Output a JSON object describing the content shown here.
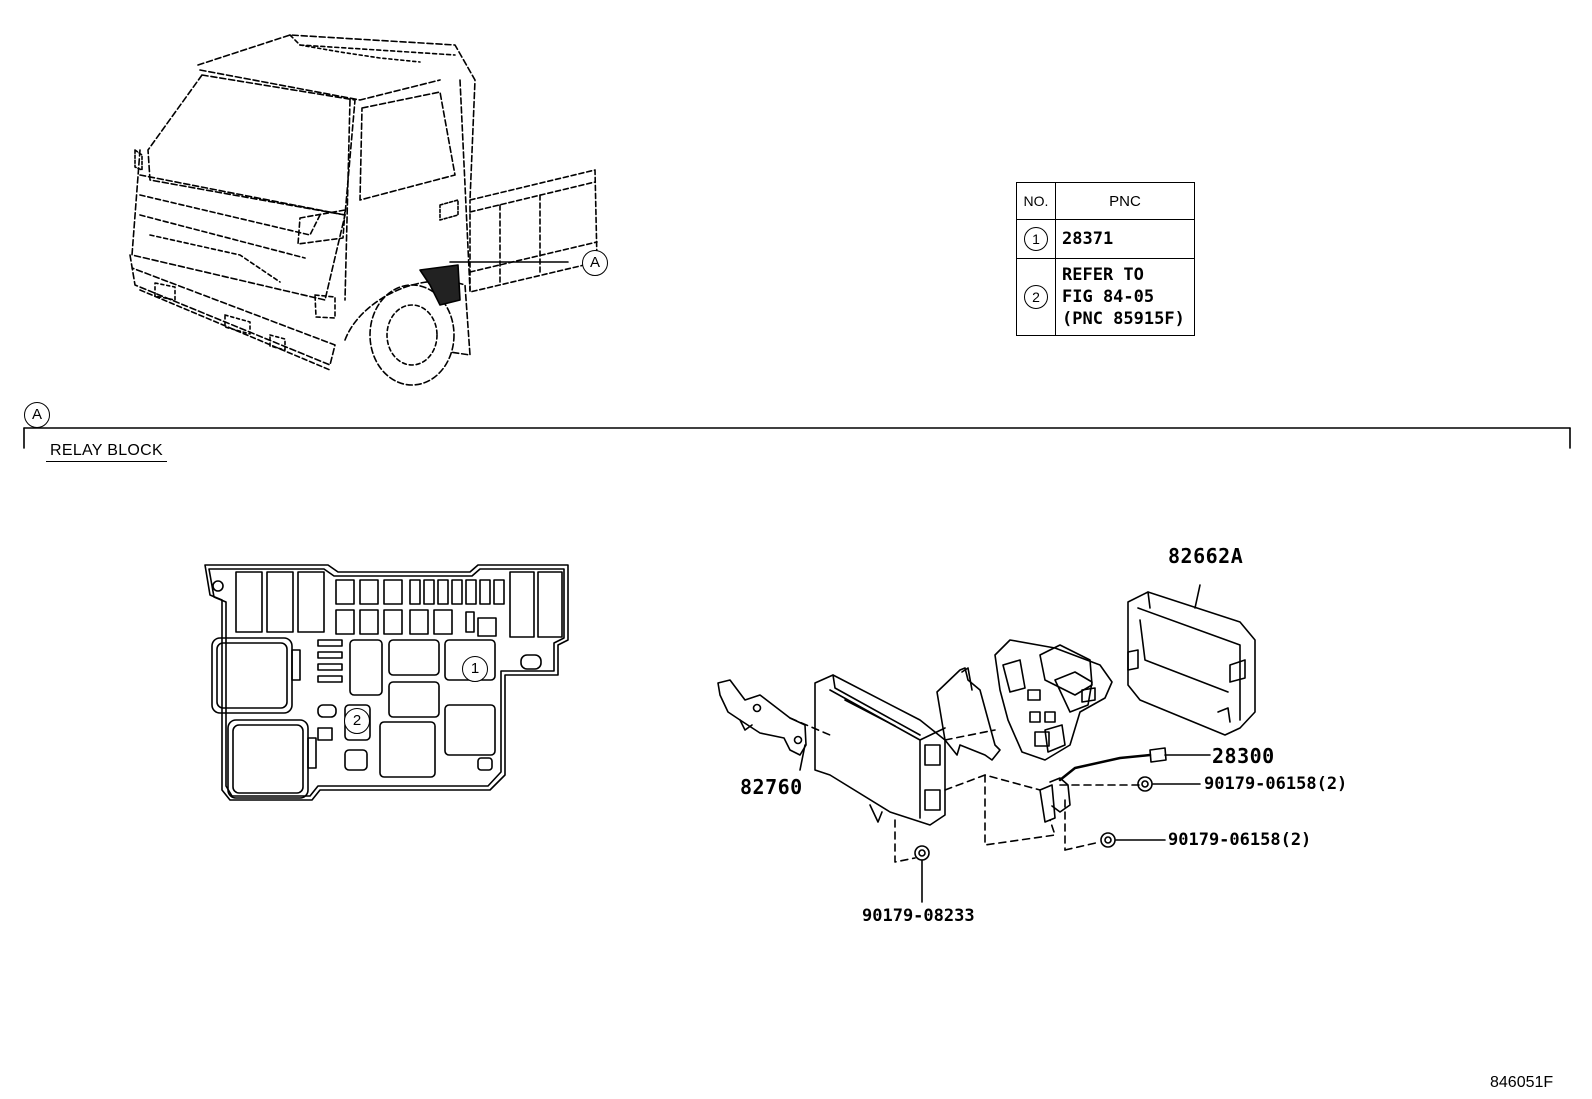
{
  "callout": {
    "marker": "A"
  },
  "section": {
    "marker": "A",
    "title": "RELAY BLOCK"
  },
  "table": {
    "header_no": "NO.",
    "header_pnc": "PNC",
    "rows": [
      {
        "no": "1",
        "pnc_lines": [
          "28371"
        ]
      },
      {
        "no": "2",
        "pnc_lines": [
          "REFER TO",
          "FIG 84-05",
          "(PNC 85915F)"
        ]
      }
    ]
  },
  "relay_block_markers": {
    "one": "1",
    "two": "2"
  },
  "parts": {
    "p82662A": "82662A",
    "p28300": "28300",
    "p82760": "82760",
    "p90179_06158_a": "90179-06158(2)",
    "p90179_06158_b": "90179-06158(2)",
    "p90179_08233": "90179-08233"
  },
  "figure_code": "846051F"
}
